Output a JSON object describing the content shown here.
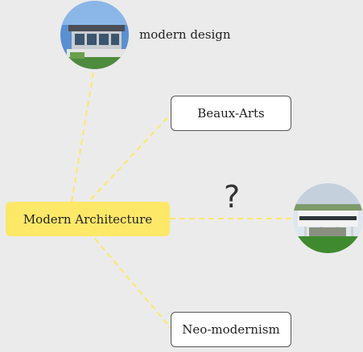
{
  "center": {
    "label": "Modern Architecture"
  },
  "nodes": {
    "modern_design": {
      "label": "modern design"
    },
    "beaux_arts": {
      "label": "Beaux-Arts"
    },
    "neo_modernism": {
      "label": "Neo-modernism"
    }
  },
  "unknown_relation": {
    "text": "?"
  },
  "colors": {
    "background": "#ebebeb",
    "center_fill": "#fde868",
    "connector": "#fde868",
    "box_border": "#555555"
  },
  "icons": {
    "modern_design_photo": "modern-building-photo",
    "mystery_photo": "villa-savoye-photo"
  }
}
